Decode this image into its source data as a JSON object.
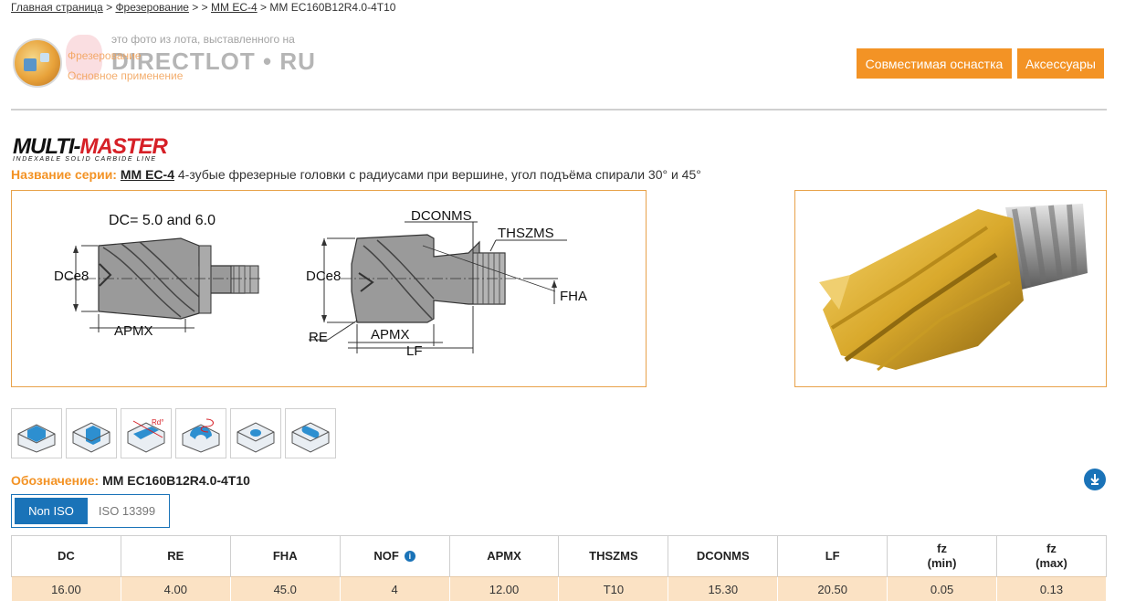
{
  "breadcrumb": {
    "home": "Главная страница",
    "sep1": ">",
    "milling": "Фрезерование",
    "sep2": "> >",
    "series": "MM EC-4",
    "sep3": ">",
    "current": "MM EC160B12R4.0-4T10"
  },
  "watermark": {
    "top": "это фото из лота, выставленного на",
    "brand": "DIRECTLOT • RU",
    "link1": "Фрезерование",
    "link2": "Основное применение"
  },
  "buttons": {
    "compatible": "Совместимая оснастка",
    "accessories": "Аксессуары"
  },
  "brand_logo": {
    "part1": "MULTI-",
    "part2": "MASTER",
    "sub": "INDEXABLE SOLID CARBIDE LINE"
  },
  "series": {
    "label": "Название серии:",
    "name": "MM EC-4",
    "description": "4-зубые фрезерные головки с радиусами при вершине, угол подъёма спирали 30° и 45°"
  },
  "drawing": {
    "title": "DC= 5.0 and 6.0",
    "dce8_left": "DCe8",
    "apmx_left": "APMX",
    "dconms": "DCONMS",
    "thszms": "THSZMS",
    "dce8_right": "DCe8",
    "fha": "FHA",
    "re": "RE",
    "apmx_right": "APMX",
    "lf": "LF"
  },
  "operations": [
    {
      "icon": "shoulder-milling-icon"
    },
    {
      "icon": "slot-milling-icon"
    },
    {
      "icon": "ramping-icon",
      "label": "Rd°"
    },
    {
      "icon": "helical-interpolation-icon"
    },
    {
      "icon": "plunge-milling-icon"
    },
    {
      "icon": "pocket-milling-icon"
    }
  ],
  "designation": {
    "label": "Обозначение:",
    "value": "MM EC160B12R4.0-4T10"
  },
  "iso_toggle": {
    "active": "Non ISO",
    "inactive": "ISO 13399"
  },
  "table": {
    "headers": [
      {
        "l1": "DC",
        "l2": ""
      },
      {
        "l1": "RE",
        "l2": ""
      },
      {
        "l1": "FHA",
        "l2": ""
      },
      {
        "l1": "NOF",
        "l2": ""
      },
      {
        "l1": "APMX",
        "l2": ""
      },
      {
        "l1": "THSZMS",
        "l2": ""
      },
      {
        "l1": "DCONMS",
        "l2": ""
      },
      {
        "l1": "LF",
        "l2": ""
      },
      {
        "l1": "fz",
        "l2": "(min)"
      },
      {
        "l1": "fz",
        "l2": "(max)"
      }
    ],
    "info_marker": "i",
    "row": [
      "16.00",
      "4.00",
      "45.0",
      "4",
      "12.00",
      "T10",
      "15.30",
      "20.50",
      "0.05",
      "0.13"
    ]
  },
  "colors": {
    "accent_orange": "#f39325",
    "accent_blue": "#1a73b8",
    "row_fill": "#fbe2c4"
  }
}
